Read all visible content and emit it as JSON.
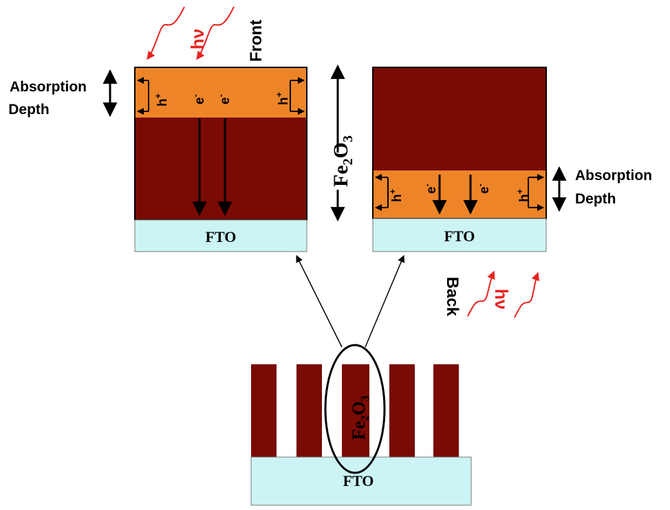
{
  "labels": {
    "front": "Front",
    "back": "Back",
    "absorption_line1": "Absorption",
    "absorption_line2": "Depth",
    "hv": "hν",
    "fto": "FTO",
    "fe": "Fe",
    "fe_sub2": "2",
    "o": "O",
    "o_sub3": "3",
    "hole": "h",
    "hole_sup": "+",
    "electron": "e",
    "electron_sup": "-"
  },
  "colors": {
    "hematite": "#7a0a04",
    "absorption_layer": "#ee8428",
    "fto": "#cdf4f4",
    "light_arrow": "#e8231f",
    "outline": "#000000"
  }
}
